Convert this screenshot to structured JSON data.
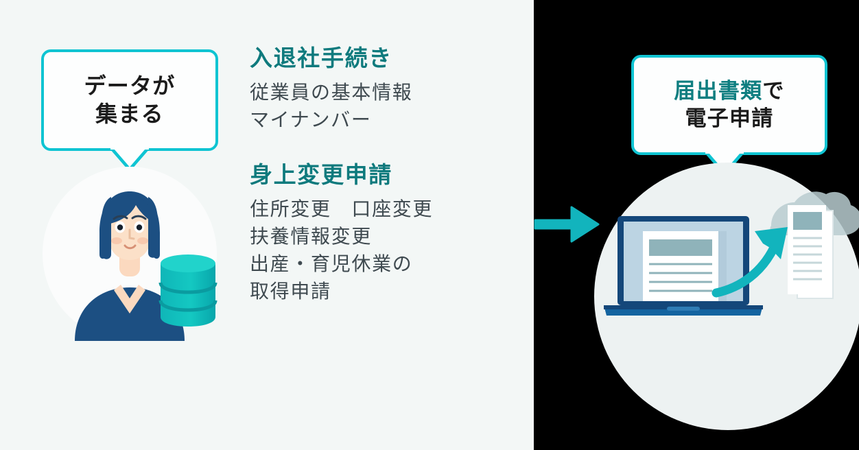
{
  "layout": {
    "left_panel_bg": "#f3f7f6",
    "right_panel_bg": "#000000",
    "accent_cyan": "#0fc4d2",
    "heading_teal": "#0e7a7d",
    "body_gray": "#3f4a50",
    "illustration_circle_left": "#fbfcfc",
    "illustration_circle_right": "#edf2f2",
    "navy": "#1c4f82",
    "navy_dark": "#14477a"
  },
  "left_bubble": {
    "name": "data-collects-bubble",
    "lines": [
      "データが",
      "集まる"
    ]
  },
  "right_bubble": {
    "name": "electronic-application-bubble",
    "line1_teal": "届出書類",
    "line1_black": "で",
    "line2": "電子申請"
  },
  "text_groups": [
    {
      "heading": "入退社手続き",
      "items": [
        "従業員の基本情報",
        "マイナンバー"
      ]
    },
    {
      "heading": "身上変更申請",
      "items": [
        "住所変更　口座変更",
        "扶養情報変更",
        "出産・育児休業の",
        "取得申請"
      ]
    }
  ],
  "icons": {
    "person": "person-with-database-icon",
    "database": "database-stack-icon",
    "flow_arrow": "right-arrow-icon",
    "laptop": "laptop-with-document-icon",
    "upload_arrow": "curved-upload-arrow-icon",
    "cloud_docs": "cloud-documents-icon"
  }
}
